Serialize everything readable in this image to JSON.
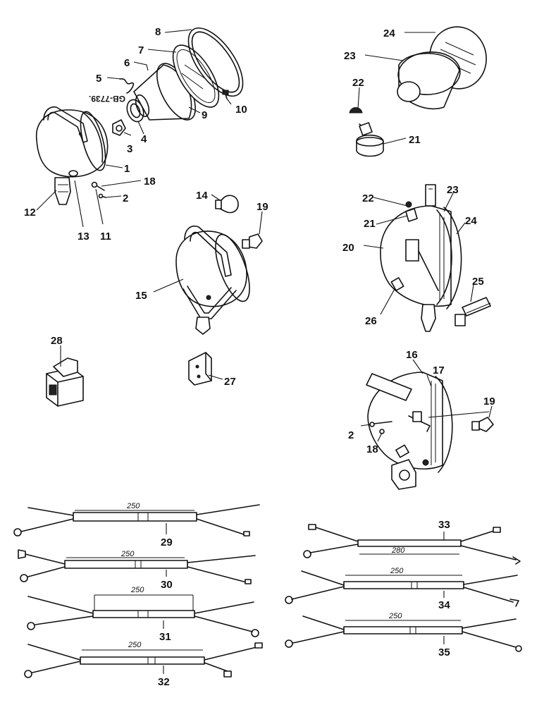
{
  "drawing_code": "GB-7739.",
  "part_numbers": [
    "1",
    "2",
    "3",
    "4",
    "5",
    "6",
    "7",
    "8",
    "9",
    "10",
    "11",
    "12",
    "13",
    "14",
    "15",
    "16",
    "17",
    "18",
    "19",
    "20",
    "21",
    "22",
    "23",
    "24",
    "25",
    "26",
    "27",
    "28",
    "29",
    "30",
    "31",
    "32",
    "33",
    "34",
    "35"
  ],
  "harness_dimensions": {
    "h29": "250",
    "h30": "250",
    "h31": "250",
    "h32": "250",
    "h33": "280",
    "h34": "250",
    "h35": "250"
  }
}
